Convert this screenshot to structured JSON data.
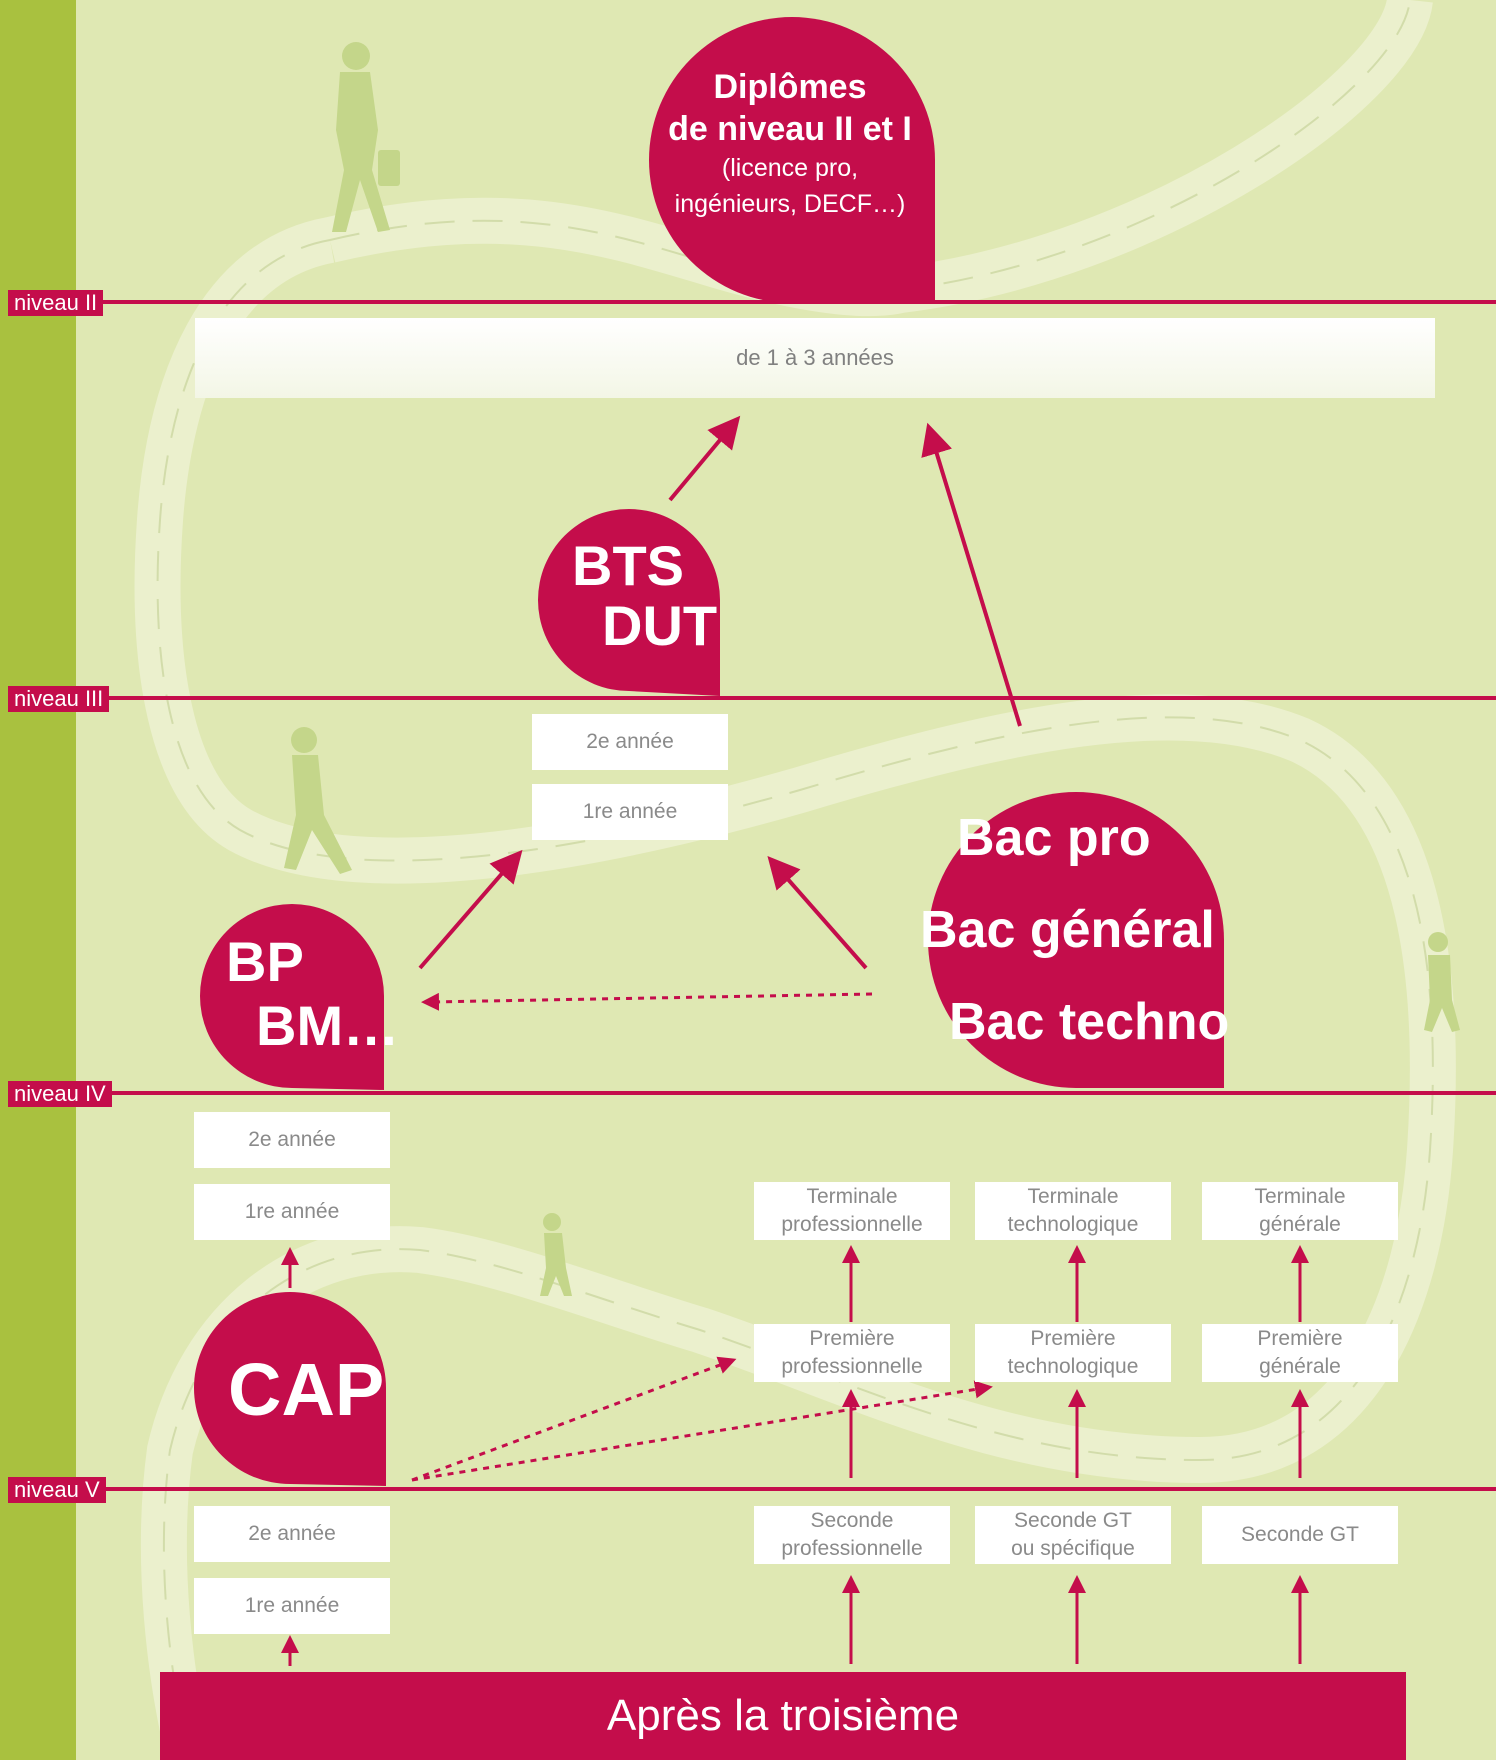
{
  "levels": {
    "ii": "niveau II",
    "iii": "niveau III",
    "iv": "niveau IV",
    "v": "niveau V"
  },
  "top_band": "de 1 à 3 années",
  "bubbles": {
    "diplomes": {
      "line1": "Diplômes",
      "line2": "de niveau II et I",
      "line3": "(licence pro,",
      "line4": "ingénieurs, DECF…)"
    },
    "bts": {
      "line1": "BTS",
      "line2": "DUT"
    },
    "bp": {
      "line1": "BP",
      "line2": "BM…"
    },
    "bac": {
      "line1": "Bac pro",
      "line2": "Bac général",
      "line3": "Bac techno"
    },
    "cap": {
      "line1": "CAP"
    }
  },
  "boxes": {
    "bts_2e": "2e année",
    "bts_1re": "1re année",
    "bp_2e": "2e année",
    "bp_1re": "1re année",
    "cap_2e": "2e année",
    "cap_1re": "1re année",
    "term_pro": [
      "Terminale",
      "professionnelle"
    ],
    "term_techno": [
      "Terminale",
      "technologique"
    ],
    "term_gen": [
      "Terminale",
      "générale"
    ],
    "prem_pro": [
      "Première",
      "professionnelle"
    ],
    "prem_techno": [
      "Première",
      "technologique"
    ],
    "prem_gen": [
      "Première",
      "générale"
    ],
    "sec_pro": [
      "Seconde",
      "professionnelle"
    ],
    "sec_gt_spec": [
      "Seconde GT",
      "ou spécifique"
    ],
    "sec_gt": "Seconde GT"
  },
  "footer": "Après la troisième",
  "colors": {
    "accent": "#c40d4b",
    "background": "#dfe8b3",
    "side_band": "#a9c13f"
  }
}
